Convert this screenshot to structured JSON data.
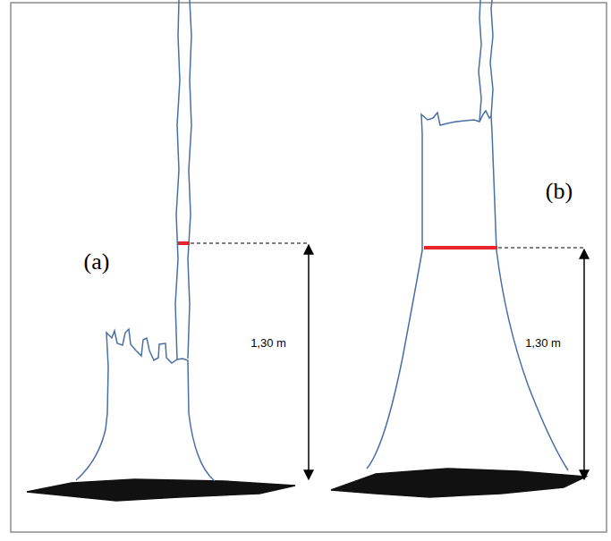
{
  "diagram": {
    "labels": [
      "(a)",
      "1,30 m",
      "(b)",
      "1,30 m"
    ]
  }
}
